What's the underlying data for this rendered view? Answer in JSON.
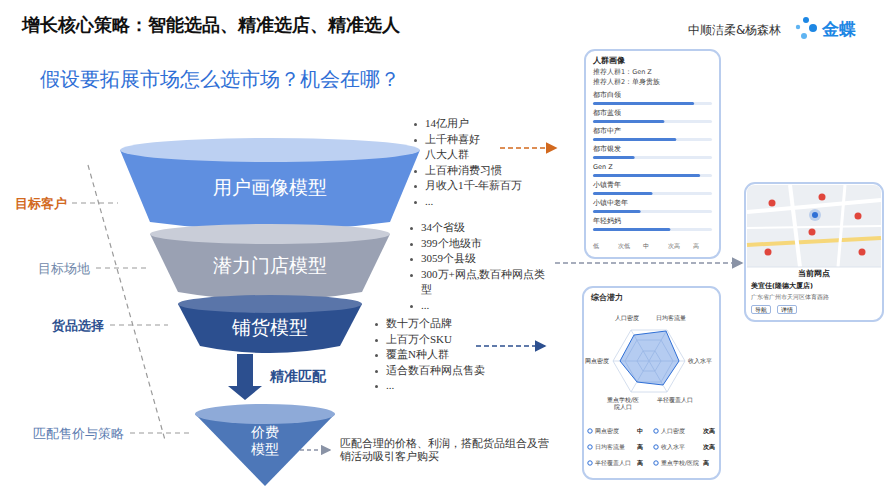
{
  "diagram": {
    "title": "增长核心策略：智能选品、精准选店、精准选人",
    "nodes": [
      {
        "text": [
          "用户画像模型"
        ]
      },
      {
        "text": [
          "潜力门店模型"
        ]
      },
      {
        "text": [
          "铺货模型"
        ]
      },
      {
        "text": [
          "价费 模型"
        ]
      },
      {
        "text": [
          "人群画像",
          "推荐人群1：Gen Z",
          "推荐人群2：单身贵族",
          "都市白领",
          "都市蓝领",
          "都市中产",
          "都市银发",
          "Gen Z",
          "小镇青年",
          "小镇中老年",
          "年轻妈妈",
          "低",
          "次低",
          "中",
          "次高",
          "高"
        ]
      },
      {
        "text": [
          "当前网点",
          "美宜佳(隆德大厦店)",
          "广东省广州市天河区体育西路",
          "导航",
          "详情"
        ]
      },
      {
        "text": [
          "综合潜力",
          "人口密度",
          "日均客流量",
          "收入水平",
          "半径覆盖人口",
          "重点学校/医院人口",
          "网点密度",
          "网点密度",
          "中",
          "人口密度",
          "次高",
          "日均客流量",
          "高",
          "收入水平",
          "次高",
          "半径覆盖人口",
          "高",
          "重点学校/医院",
          "高"
        ]
      }
    ],
    "edges": [
      {
        "from": 2,
        "to": 3,
        "arrow": "to",
        "label": "精准匹配"
      }
    ],
    "labels": [
      "中顺洁柔&杨森林",
      "金蝶",
      "假设要拓展市场怎么选市场？机会在哪？",
      "目标客户",
      "目标场地",
      "货品选择",
      "匹配售价与策略",
      "14亿用户",
      "上千种喜好",
      "八大人群",
      "上百种消费习惯",
      "月收入1千-年薪百万",
      "...",
      "34个省级",
      "399个地级市",
      "3059个县级",
      "300万+网点,数百种网点类型",
      "...",
      "数十万个品牌",
      "上百万个SKU",
      "覆盖N种人群",
      "适合数百种网点售卖",
      "...",
      "匹配合理的价格、利润，搭配货品组合及营销活动吸引客户购买"
    ]
  }
}
